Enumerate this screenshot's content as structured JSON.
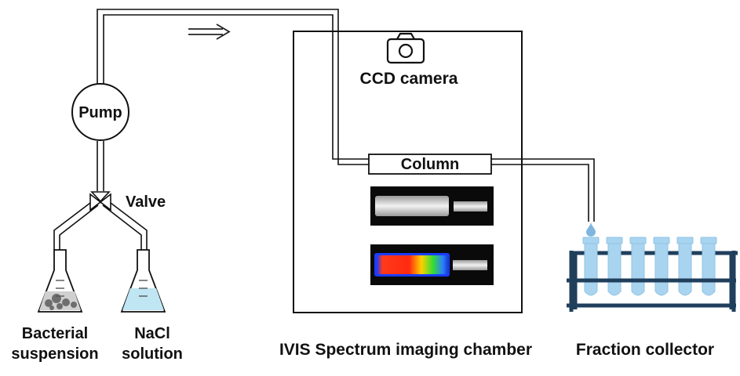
{
  "labels": {
    "pump": "Pump",
    "valve": "Valve",
    "bacterial_line1": "Bacterial",
    "bacterial_line2": "suspension",
    "nacl_line1": "NaCl",
    "nacl_line2": "solution",
    "ccd_camera": "CCD camera",
    "column": "Column",
    "chamber": "IVIS Spectrum imaging chamber",
    "fraction_collector": "Fraction collector"
  },
  "colors": {
    "line": "#111111",
    "tube_fill": "#a9d4ef",
    "tube_stroke": "#8fc3e6",
    "rack": "#1f3f5c",
    "nacl_liquid": "#bfe6f2",
    "bacterial_liquid": "#7a7a7a",
    "droplet": "#7fb6e0"
  },
  "icons": {
    "camera": "camera-icon",
    "flow_arrow": "right-arrow-icon",
    "valve": "three-way-valve-icon",
    "droplet": "droplet-icon"
  }
}
